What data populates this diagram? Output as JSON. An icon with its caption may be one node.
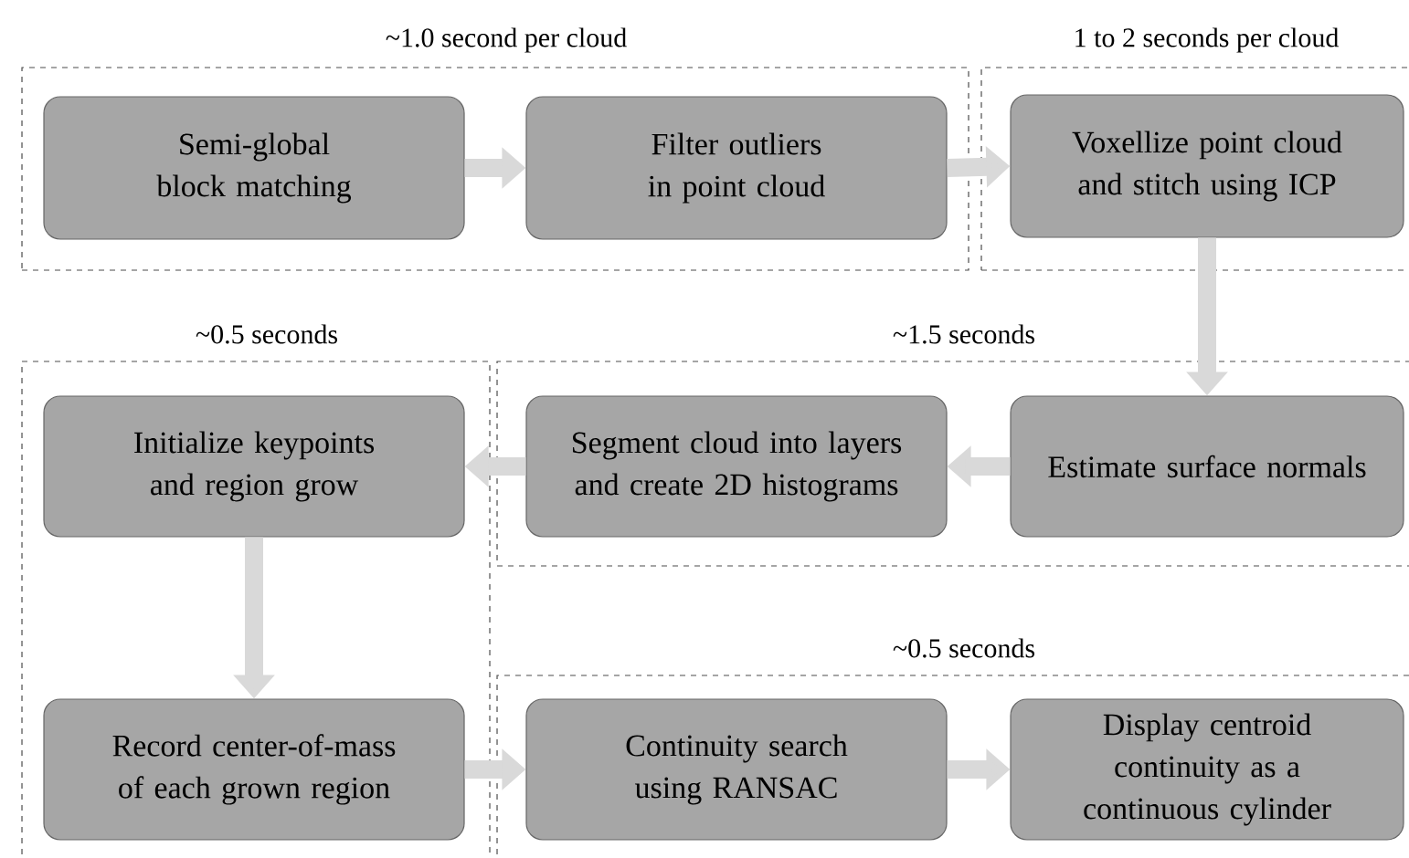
{
  "diagram": {
    "nodes": [
      {
        "text": [
          "~1.0 second per cloud"
        ]
      },
      {
        "text": [
          "Semi-global block matching"
        ],
        "in": 0
      },
      {
        "text": [
          "Filter outliers in point cloud"
        ],
        "in": 0
      },
      {
        "text": [
          "1 to 2 seconds per cloud"
        ]
      },
      {
        "text": [
          "Voxellize point cloud and stitch using ICP"
        ],
        "in": 3
      },
      {
        "text": [
          "~0.5 seconds"
        ]
      },
      {
        "text": [
          "Initialize keypoints and region grow"
        ],
        "in": 5
      },
      {
        "text": [
          "Record center-of-mass of each grown region"
        ],
        "in": 5
      },
      {
        "text": [
          "~1.5 seconds"
        ]
      },
      {
        "text": [
          "Segment cloud into layers and create 2D histograms"
        ],
        "in": 8
      },
      {
        "text": [
          "Estimate surface normals"
        ],
        "in": 8
      },
      {
        "text": [
          "~0.5 seconds"
        ]
      },
      {
        "text": [
          "Continuity search using RANSAC"
        ],
        "in": 11
      },
      {
        "text": [
          "Display centroid continuity as a continuous cylinder"
        ],
        "in": 11
      }
    ],
    "edges": [
      {
        "from": 1,
        "to": 2,
        "arrow": "to"
      },
      {
        "from": 2,
        "to": 4,
        "arrow": "to"
      },
      {
        "from": 4,
        "to": 10,
        "arrow": "to"
      },
      {
        "from": 10,
        "to": 9,
        "arrow": "to"
      },
      {
        "from": 9,
        "to": 6,
        "arrow": "to"
      },
      {
        "from": 6,
        "to": 7,
        "arrow": "to"
      },
      {
        "from": 7,
        "to": 12,
        "arrow": "to"
      },
      {
        "from": 12,
        "to": 13,
        "arrow": "to"
      }
    ]
  }
}
